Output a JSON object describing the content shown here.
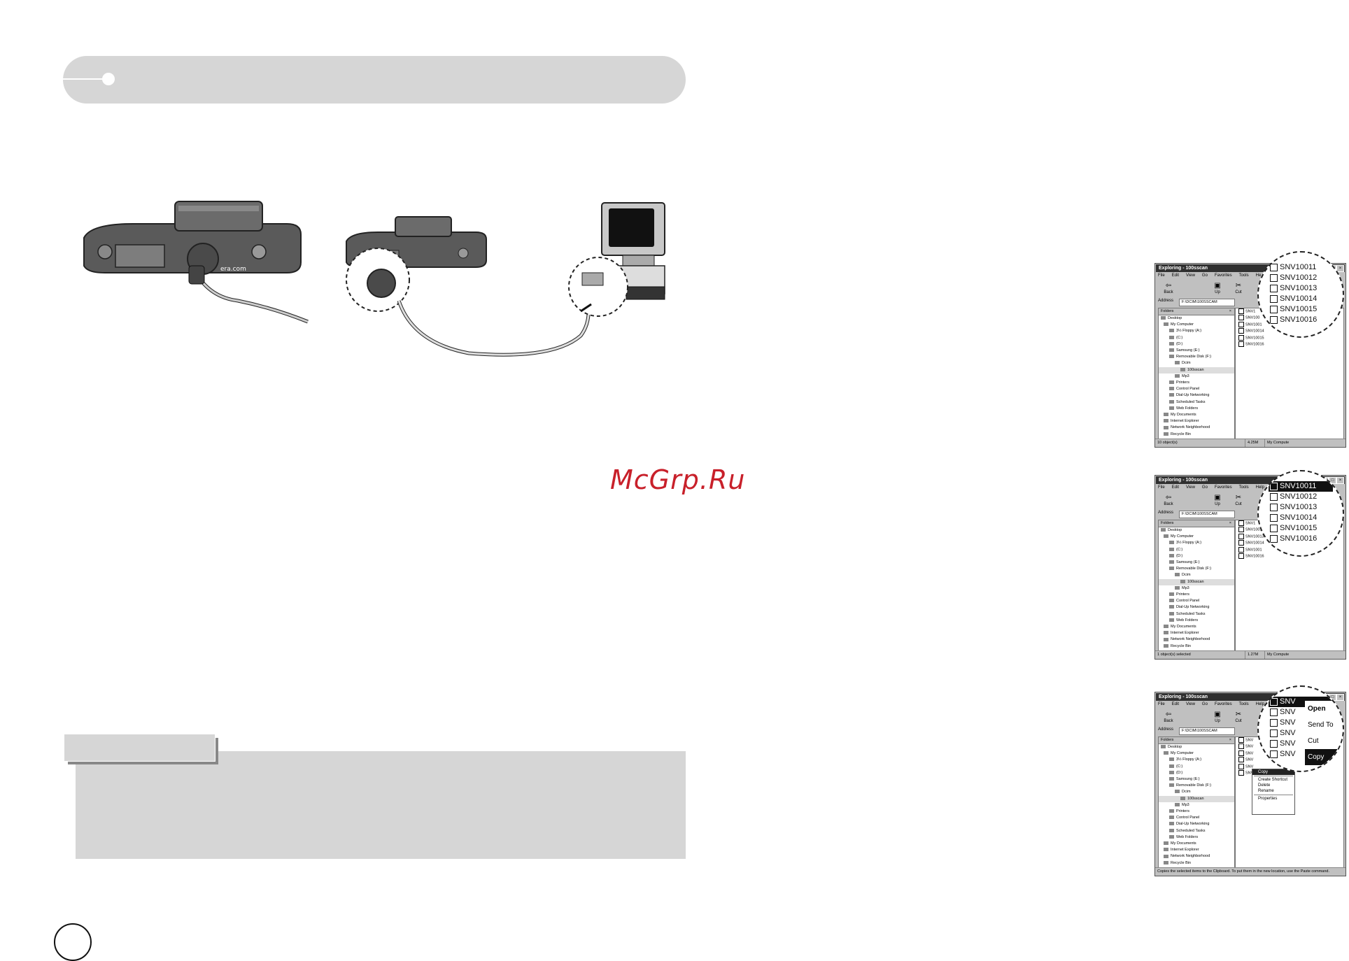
{
  "watermark": "McGrp.Ru",
  "camera_illustration": {
    "brand_text": "era.com"
  },
  "windows": [
    {
      "title": "Exploring - 100sscan",
      "menu": [
        "File",
        "Edit",
        "View",
        "Go",
        "Favorites",
        "Tools",
        "He"
      ],
      "toolbar": {
        "back": "Back",
        "up": "Up",
        "cut": "Cut"
      },
      "address_label": "Address",
      "address": "F:\\DCIM\\100SSCAM",
      "folders_title": "Folders",
      "folders": [
        "Desktop",
        "My Computer",
        "3½ Floppy (A:)",
        "(C:)",
        "(D:)",
        "Samsung (E:)",
        "Removable Disk (F:)",
        "Dcim",
        "100sscan",
        "Mp3",
        "Printers",
        "Control Panel",
        "Dial-Up Networking",
        "Scheduled Tasks",
        "Web Folders",
        "My Documents",
        "Internet Explorer",
        "Network Neighborhood",
        "Recycle Bin"
      ],
      "files": [
        "SNV1",
        "SNV100",
        "SNV1001",
        "SNV10014",
        "SNV10015",
        "SNV10016"
      ],
      "zoom_items": [
        "SNV10011",
        "SNV10012",
        "SNV10013",
        "SNV10014",
        "SNV10015",
        "SNV10016"
      ],
      "status": [
        "10 object(s)",
        "4.25M",
        "My Compute"
      ]
    },
    {
      "title": "Exploring - 100sscan",
      "menu": [
        "File",
        "Edit",
        "View",
        "Go",
        "Favorites",
        "Tools",
        "Help"
      ],
      "toolbar": {
        "back": "Back",
        "up": "Up",
        "cut": "Cut"
      },
      "address_label": "Address",
      "address": "F:\\DCIM\\100SSCAM",
      "folders_title": "Folders",
      "folders": [
        "Desktop",
        "My Computer",
        "3½ Floppy (A:)",
        "(C:)",
        "(D:)",
        "Samsung (E:)",
        "Removable Disk (F:)",
        "Dcim",
        "100sscan",
        "Mp3",
        "Printers",
        "Control Panel",
        "Dial-Up Networking",
        "Scheduled Tasks",
        "Web Folders",
        "My Documents",
        "Internet Explorer",
        "Network Neighborhood",
        "Recycle Bin"
      ],
      "files": [
        "SNV1",
        "SNV1001",
        "SNV10013",
        "SNV10014",
        "SNV1001",
        "SNV10016"
      ],
      "zoom_items": [
        "SNV10011",
        "SNV10012",
        "SNV10013",
        "SNV10014",
        "SNV10015",
        "SNV10016"
      ],
      "status": [
        "1 object(s) selected",
        "1.27M",
        "My Compute"
      ]
    },
    {
      "title": "Exploring - 100sscan",
      "menu": [
        "File",
        "Edit",
        "View",
        "Go",
        "Favorites",
        "Tools",
        "Help"
      ],
      "toolbar": {
        "back": "Back",
        "up": "Up",
        "cut": "Cut"
      },
      "address_label": "Address",
      "address": "F:\\DCIM\\100SSCAM",
      "folders_title": "Folders",
      "folders": [
        "Desktop",
        "My Computer",
        "3½ Floppy (A:)",
        "(C:)",
        "(D:)",
        "Samsung (E:)",
        "Removable Disk (F:)",
        "Dcim",
        "100sscan",
        "Mp3",
        "Printers",
        "Control Panel",
        "Dial-Up Networking",
        "Scheduled Tasks",
        "Web Folders",
        "My Documents",
        "Internet Explorer",
        "Network Neighborhood",
        "Recycle Bin"
      ],
      "files": [
        "SNV",
        "SNV",
        "SNV",
        "SNV",
        "SNV",
        "SNV"
      ],
      "zoom_items": [
        "SNV",
        "SNV",
        "SNV",
        "SNV",
        "SNV",
        "SNV"
      ],
      "zoom_menu": [
        "Open",
        "Send To",
        "Cut",
        "Copy"
      ],
      "context_menu": [
        "Copy",
        "Create Shortcut",
        "Delete",
        "Rename",
        "Properties"
      ],
      "status": [
        "Copies the selected items to the Clipboard. To put them in the new location, use the Paste command."
      ]
    }
  ]
}
